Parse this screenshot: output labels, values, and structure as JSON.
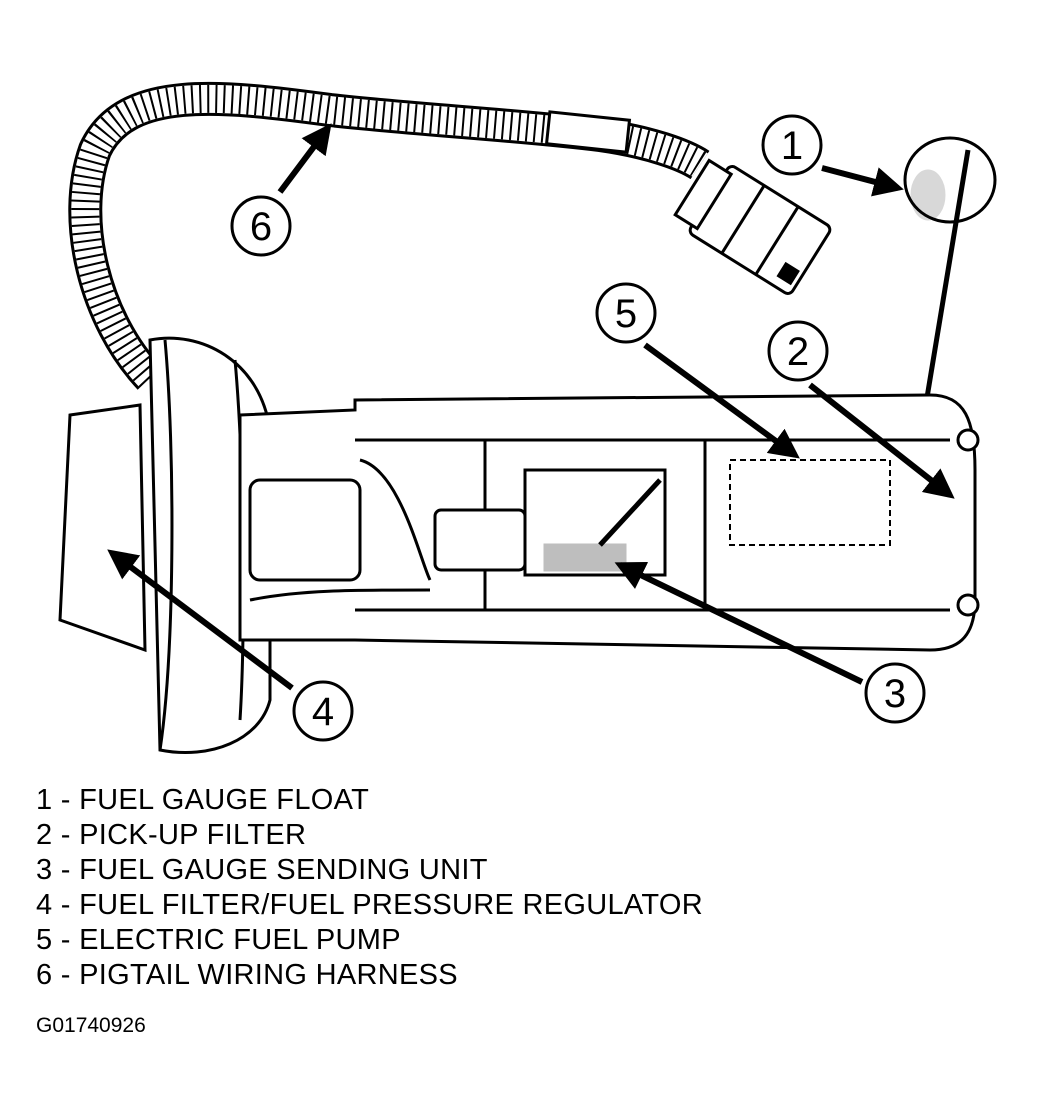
{
  "callouts": [
    {
      "number": "1",
      "label": "FUEL GAUGE FLOAT"
    },
    {
      "number": "2",
      "label": "PICK-UP FILTER"
    },
    {
      "number": "3",
      "label": "FUEL GAUGE SENDING UNIT"
    },
    {
      "number": "4",
      "label": "FUEL FILTER/FUEL PRESSURE REGULATOR"
    },
    {
      "number": "5",
      "label": "ELECTRIC FUEL PUMP"
    },
    {
      "number": "6",
      "label": "PIGTAIL WIRING HARNESS"
    }
  ],
  "legend": [
    "1 - FUEL GAUGE FLOAT",
    "2 - PICK-UP FILTER",
    "3 - FUEL GAUGE SENDING UNIT",
    "4 - FUEL FILTER/FUEL PRESSURE REGULATOR",
    "5 - ELECTRIC FUEL PUMP",
    "6 - PIGTAIL WIRING HARNESS"
  ],
  "figure_id": "G01740926"
}
